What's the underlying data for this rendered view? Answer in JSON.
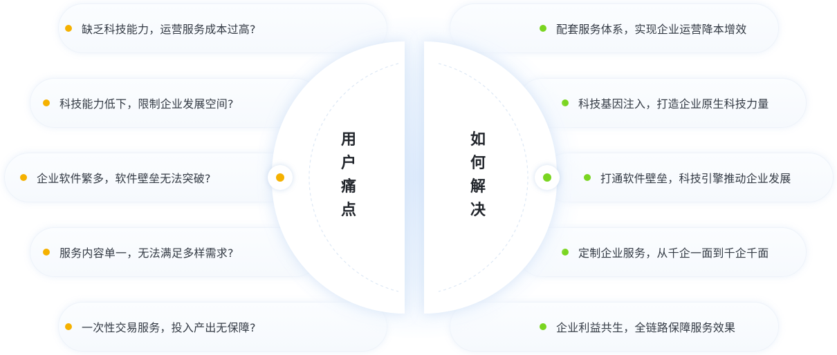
{
  "center": {
    "left_title": [
      "用",
      "户",
      "痛",
      "点"
    ],
    "right_title": [
      "如",
      "何",
      "解",
      "决"
    ]
  },
  "pain_points": [
    "缺乏科技能力，运营服务成本过高?",
    "科技能力低下，限制企业发展空间?",
    "企业软件繁多，软件壁垒无法突破?",
    "服务内容单一，无法满足多样需求?",
    "一次性交易服务，投入产出无保障?"
  ],
  "solutions": [
    "配套服务体系，实现企业运营降本增效",
    "科技基因注入，打造企业原生科技力量",
    "打通软件壁垒，科技引擎推动企业发展",
    "定制企业服务，从千企一面到千企千面",
    "企业利益共生，全链路保障服务效果"
  ],
  "colors": {
    "pain_dot": "#f5b100",
    "solution_dot": "#7ad520"
  }
}
